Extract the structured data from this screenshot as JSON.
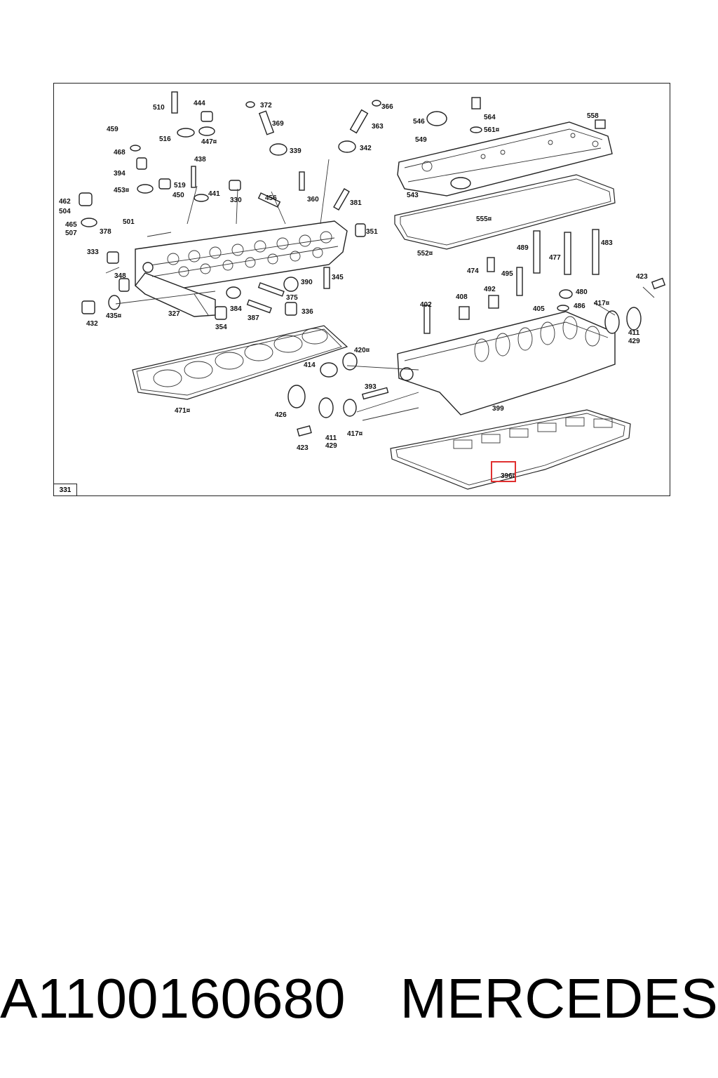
{
  "figure": {
    "number": "331",
    "highlighted_part": "396",
    "callouts": [
      {
        "id": "c510",
        "text": "510"
      },
      {
        "id": "c444",
        "text": "444"
      },
      {
        "id": "c372",
        "text": "372"
      },
      {
        "id": "c366",
        "text": "366"
      },
      {
        "id": "c546",
        "text": "546"
      },
      {
        "id": "c564",
        "text": "564"
      },
      {
        "id": "c558",
        "text": "558"
      },
      {
        "id": "c459",
        "text": "459"
      },
      {
        "id": "c369",
        "text": "369"
      },
      {
        "id": "c363",
        "text": "363"
      },
      {
        "id": "c561",
        "text": "561¤"
      },
      {
        "id": "c516",
        "text": "516"
      },
      {
        "id": "c447",
        "text": "447¤"
      },
      {
        "id": "c549",
        "text": "549"
      },
      {
        "id": "c468",
        "text": "468"
      },
      {
        "id": "c339",
        "text": "339"
      },
      {
        "id": "c342",
        "text": "342"
      },
      {
        "id": "c438",
        "text": "438"
      },
      {
        "id": "c394",
        "text": "394"
      },
      {
        "id": "c519",
        "text": "519"
      },
      {
        "id": "c450",
        "text": "450"
      },
      {
        "id": "c453",
        "text": "453¤"
      },
      {
        "id": "c441",
        "text": "441"
      },
      {
        "id": "c543",
        "text": "543"
      },
      {
        "id": "c330",
        "text": "330"
      },
      {
        "id": "c456",
        "text": "456"
      },
      {
        "id": "c360",
        "text": "360"
      },
      {
        "id": "c462",
        "text": "462"
      },
      {
        "id": "c504",
        "text": "504"
      },
      {
        "id": "c381",
        "text": "381"
      },
      {
        "id": "c501",
        "text": "501"
      },
      {
        "id": "c555",
        "text": "555¤"
      },
      {
        "id": "c465",
        "text": "465"
      },
      {
        "id": "c507",
        "text": "507"
      },
      {
        "id": "c378",
        "text": "378"
      },
      {
        "id": "c351",
        "text": "351"
      },
      {
        "id": "c483",
        "text": "483"
      },
      {
        "id": "c489",
        "text": "489"
      },
      {
        "id": "c333",
        "text": "333"
      },
      {
        "id": "c552",
        "text": "552¤"
      },
      {
        "id": "c477",
        "text": "477"
      },
      {
        "id": "c474",
        "text": "474"
      },
      {
        "id": "c495",
        "text": "495"
      },
      {
        "id": "c345",
        "text": "345"
      },
      {
        "id": "c348",
        "text": "348"
      },
      {
        "id": "c390",
        "text": "390"
      },
      {
        "id": "c423a",
        "text": "423"
      },
      {
        "id": "c492",
        "text": "492"
      },
      {
        "id": "c480",
        "text": "480"
      },
      {
        "id": "c375",
        "text": "375"
      },
      {
        "id": "c408",
        "text": "408"
      },
      {
        "id": "c417a",
        "text": "417¤"
      },
      {
        "id": "c486",
        "text": "486"
      },
      {
        "id": "c402",
        "text": "402"
      },
      {
        "id": "c405",
        "text": "405"
      },
      {
        "id": "c384",
        "text": "384"
      },
      {
        "id": "c336",
        "text": "336"
      },
      {
        "id": "c432",
        "text": "432"
      },
      {
        "id": "c435",
        "text": "435¤"
      },
      {
        "id": "c327",
        "text": "327"
      },
      {
        "id": "c387",
        "text": "387"
      },
      {
        "id": "c354",
        "text": "354"
      },
      {
        "id": "c411a",
        "text": "411"
      },
      {
        "id": "c429a",
        "text": "429"
      },
      {
        "id": "c420",
        "text": "420¤"
      },
      {
        "id": "c414",
        "text": "414"
      },
      {
        "id": "c393",
        "text": "393"
      },
      {
        "id": "c471",
        "text": "471¤"
      },
      {
        "id": "c426",
        "text": "426"
      },
      {
        "id": "c399",
        "text": "399"
      },
      {
        "id": "c417b",
        "text": "417¤"
      },
      {
        "id": "c411b",
        "text": "411"
      },
      {
        "id": "c429b",
        "text": "429"
      },
      {
        "id": "c423b",
        "text": "423"
      },
      {
        "id": "c396",
        "text": "396¤"
      }
    ]
  },
  "caption": {
    "part_number": "A1100160680",
    "brand": "MERCEDES"
  }
}
